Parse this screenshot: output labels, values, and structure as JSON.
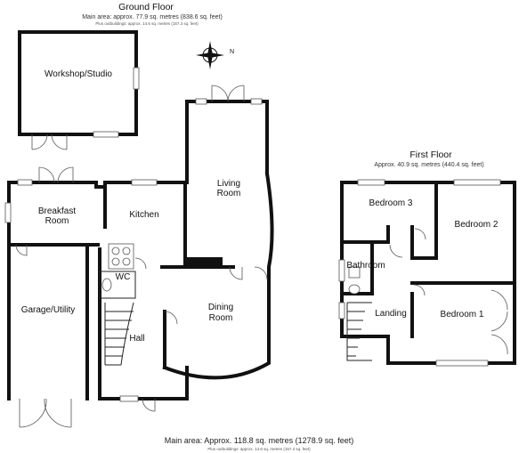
{
  "ground_floor": {
    "title": "Ground Floor",
    "main_area": "Main area: approx. 77.9 sq. metres (838.6 sq. feet)",
    "outbuildings": "Plus outbuildings: approx. 14.6 sq. metres (157.3 sq. feet)",
    "rooms": {
      "workshop": "Workshop/Studio",
      "breakfast_line1": "Breakfast",
      "breakfast_line2": "Room",
      "kitchen": "Kitchen",
      "living_line1": "Living",
      "living_line2": "Room",
      "wc": "WC",
      "dining_line1": "Dining",
      "dining_line2": "Room",
      "garage": "Garage/Utility",
      "hall": "Hall"
    }
  },
  "first_floor": {
    "title": "First Floor",
    "main_area": "Approx. 40.9 sq. metres (440.4 sq. feet)",
    "rooms": {
      "bedroom3": "Bedroom 3",
      "bedroom2": "Bedroom 2",
      "bathroom": "Bathroom",
      "landing": "Landing",
      "bedroom1": "Bedroom 1"
    }
  },
  "compass": {
    "label": "N",
    "icon": "compass-icon"
  },
  "footer": {
    "main_area": "Main area: Approx. 118.8 sq. metres (1278.9 sq. feet)",
    "outbuildings": "Plus outbuildings: approx. 14.6 sq. metres (157.3 sq. feet)"
  }
}
